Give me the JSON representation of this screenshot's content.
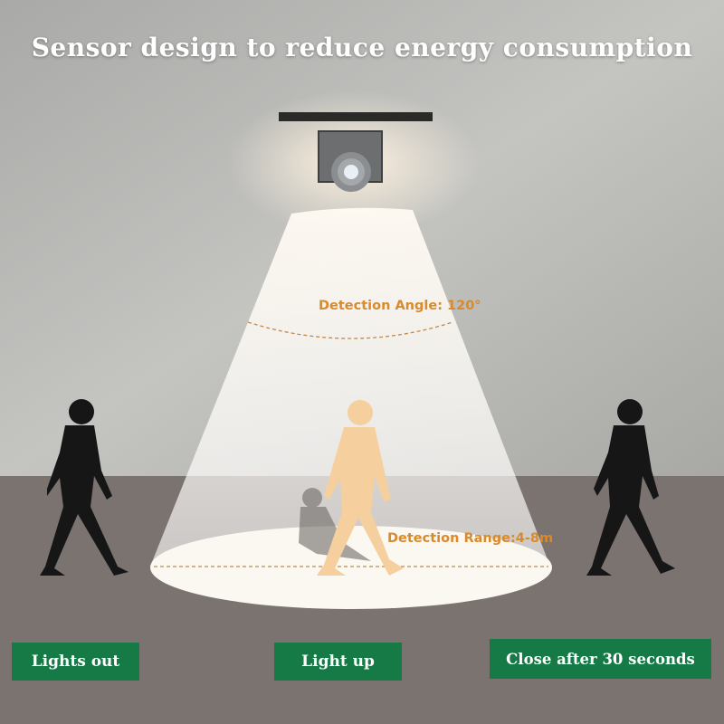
{
  "title": "Sensor design to reduce energy consumption",
  "annotations": {
    "angle": "Detection Angle: 120°",
    "range": "Detection Range:4-8m"
  },
  "states": [
    {
      "label": "Lights out"
    },
    {
      "label": "Light up"
    },
    {
      "label": "Close after 30 seconds"
    }
  ],
  "colors": {
    "badge": "#157a45",
    "annotation": "#d98a2b",
    "wall": "#b9b9b6",
    "floor": "#7b7370",
    "person_lit": "#f5cf9e"
  }
}
